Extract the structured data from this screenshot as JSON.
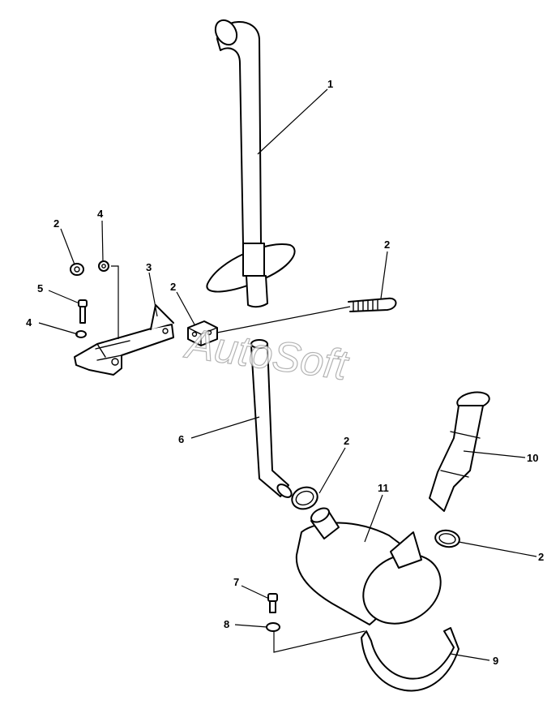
{
  "watermark": "AutoSoft",
  "callouts": [
    {
      "id": "callout-1",
      "label": "1"
    },
    {
      "id": "callout-2a",
      "label": "2"
    },
    {
      "id": "callout-4a",
      "label": "4"
    },
    {
      "id": "callout-5",
      "label": "5"
    },
    {
      "id": "callout-4b",
      "label": "4"
    },
    {
      "id": "callout-3",
      "label": "3"
    },
    {
      "id": "callout-2b",
      "label": "2"
    },
    {
      "id": "callout-2c",
      "label": "2"
    },
    {
      "id": "callout-6",
      "label": "6"
    },
    {
      "id": "callout-2d",
      "label": "2"
    },
    {
      "id": "callout-11",
      "label": "11"
    },
    {
      "id": "callout-10",
      "label": "10"
    },
    {
      "id": "callout-2e",
      "label": "2"
    },
    {
      "id": "callout-7",
      "label": "7"
    },
    {
      "id": "callout-8",
      "label": "8"
    },
    {
      "id": "callout-9",
      "label": "9"
    }
  ]
}
